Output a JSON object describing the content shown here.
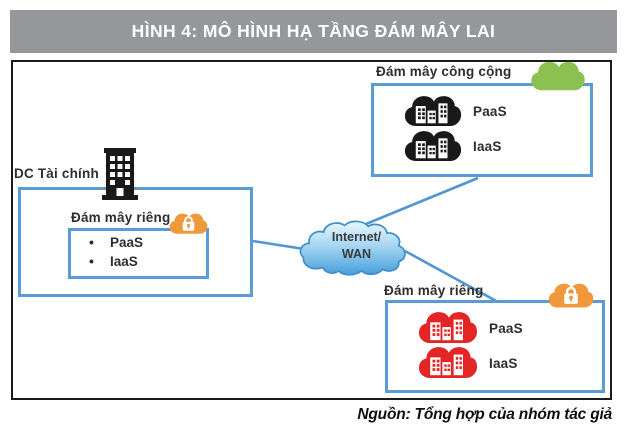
{
  "figure": {
    "title": "HÌNH 4: MÔ HÌNH HẠ TẦNG ĐÁM MÂY LAI",
    "source": "Nguồn: Tổng hợp của nhóm tác giả"
  },
  "colors": {
    "title_bar_bg": "#95979a",
    "box_border_blue": "#5b9bd5",
    "public_cloud_green": "#8cc152",
    "lock_cloud_orange": "#f0983a",
    "public_service_black": "#191919",
    "private_service_red": "#e32526",
    "network_cloud_blue": "#4aa3de"
  },
  "public_cloud": {
    "label": "Đám mây công cộng",
    "services": [
      "PaaS",
      "IaaS"
    ]
  },
  "finance_dc": {
    "label": "DC Tài chính",
    "private_cloud": {
      "label": "Đám mây riêng",
      "services": [
        "PaaS",
        "IaaS"
      ]
    }
  },
  "network": {
    "line1": "Internet/",
    "line2": "WAN"
  },
  "private_cloud_right": {
    "label": "Đám mây riêng",
    "services": [
      "PaaS",
      "IaaS"
    ]
  }
}
